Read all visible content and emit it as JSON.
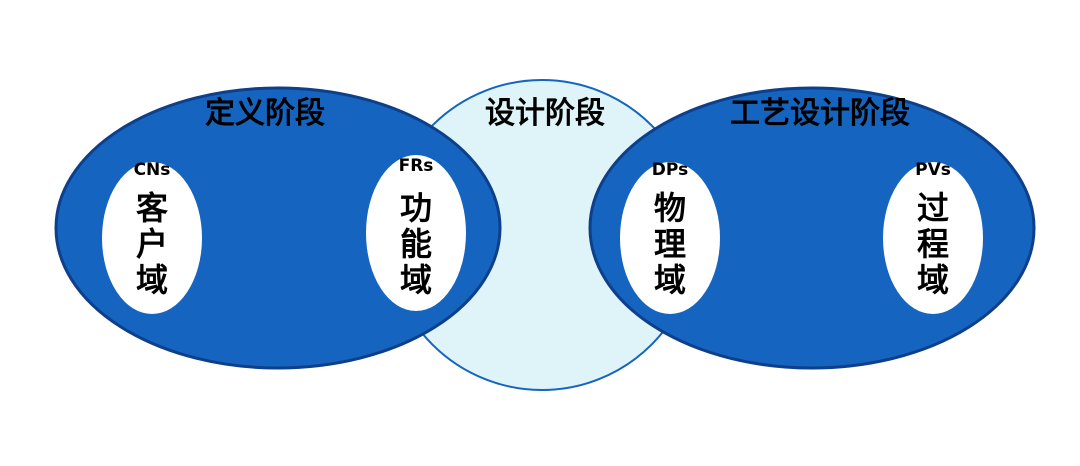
{
  "colors": {
    "outer_ellipse_fill": "#1565c0",
    "outer_ellipse_stroke": "#0d3f8a",
    "center_circle_fill": "#dff4f8",
    "center_circle_stroke": "#1565c0",
    "inner_ellipse_fill": "#ffffff",
    "text": "#000000"
  },
  "stages": {
    "definition": "定义阶段",
    "design": "设计阶段",
    "process_design": "工艺设计阶段"
  },
  "domains": [
    {
      "abbr": "CNs",
      "name": "客户域"
    },
    {
      "abbr": "FRs",
      "name": "功能域"
    },
    {
      "abbr": "DPs",
      "name": "物理域"
    },
    {
      "abbr": "PVs",
      "name": "过程域"
    }
  ]
}
